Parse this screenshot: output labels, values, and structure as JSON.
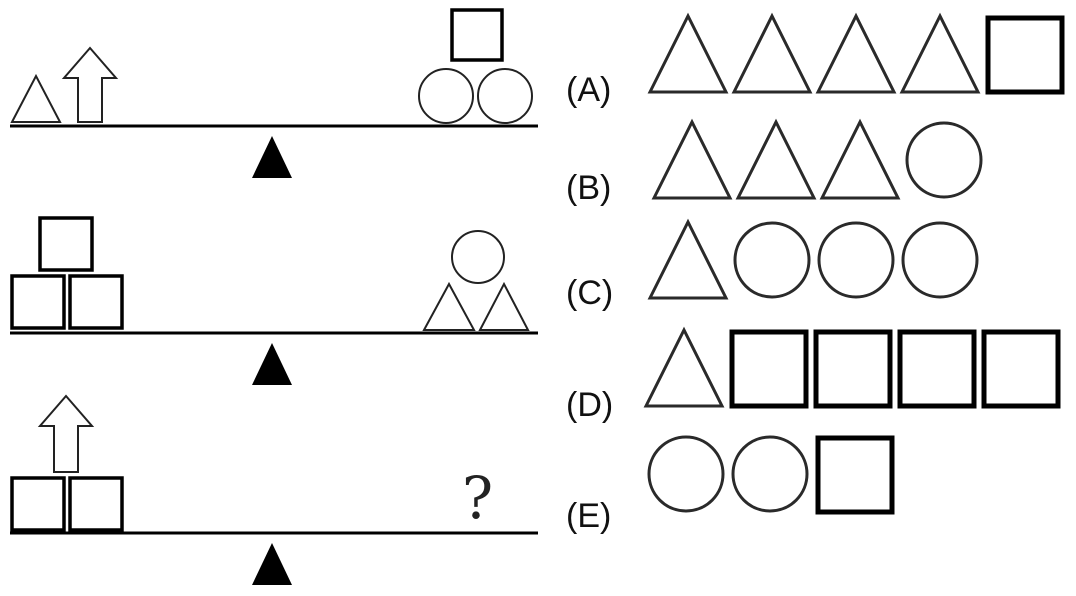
{
  "puzzle": {
    "unknown_symbol": "?",
    "options": [
      {
        "label": "(A)",
        "items": [
          "triangle",
          "triangle",
          "triangle",
          "triangle",
          "square"
        ]
      },
      {
        "label": "(B)",
        "items": [
          "triangle",
          "triangle",
          "triangle",
          "circle"
        ]
      },
      {
        "label": "(C)",
        "items": [
          "triangle",
          "circle",
          "circle",
          "circle"
        ]
      },
      {
        "label": "(D)",
        "items": [
          "triangle",
          "square",
          "square",
          "square",
          "square"
        ]
      },
      {
        "label": "(E)",
        "items": [
          "circle",
          "circle",
          "square"
        ]
      }
    ]
  },
  "icons": {
    "triangle": "triangle-icon",
    "circle": "circle-icon",
    "square": "square-icon",
    "arrow": "up-arrow-icon",
    "fulcrum": "fulcrum-icon"
  }
}
